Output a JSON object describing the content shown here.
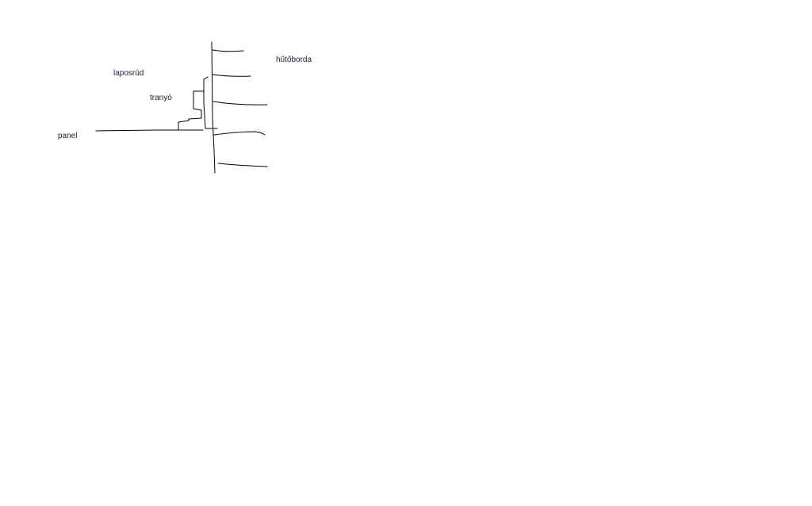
{
  "colors": {
    "background": "#ffffff",
    "stroke": "#000000",
    "label": "#1a1a40"
  },
  "labels": {
    "heatsink": "hűtőborda",
    "flat_bar": "laposrúd",
    "transistor": "tranyó",
    "panel": "panel"
  }
}
